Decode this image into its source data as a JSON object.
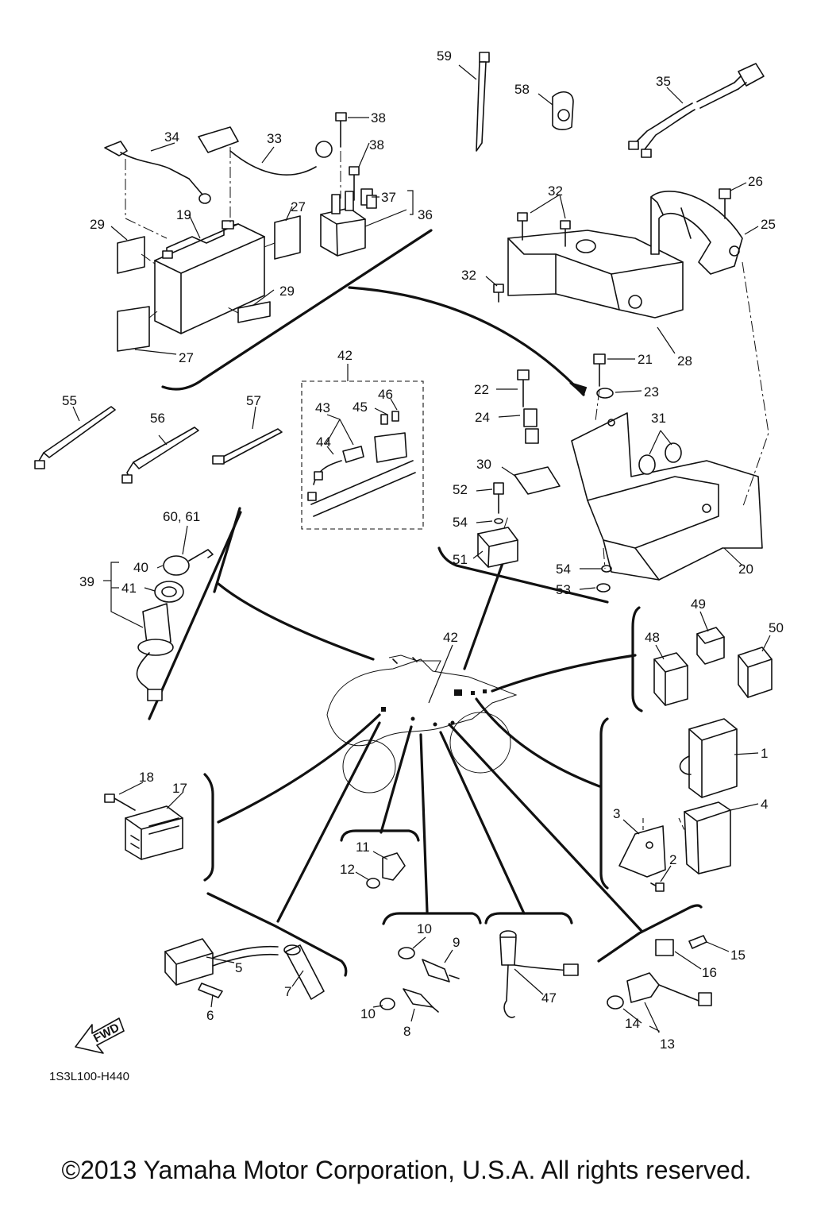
{
  "diagram_code": "1S3L100-H440",
  "fwd_label": "FWD",
  "copyright": "©2013 Yamaha Motor Corporation, U.S.A. All rights reserved.",
  "callouts": {
    "n1": "1",
    "n2": "2",
    "n3": "3",
    "n4": "4",
    "n5": "5",
    "n6": "6",
    "n7": "7",
    "n8": "8",
    "n9": "9",
    "n10a": "10",
    "n10b": "10",
    "n11": "11",
    "n12": "12",
    "n13": "13",
    "n14": "14",
    "n15": "15",
    "n16": "16",
    "n17": "17",
    "n18": "18",
    "n19": "19",
    "n20": "20",
    "n21": "21",
    "n22": "22",
    "n23": "23",
    "n24": "24",
    "n25": "25",
    "n26": "26",
    "n27a": "27",
    "n27b": "27",
    "n28": "28",
    "n29a": "29",
    "n29b": "29",
    "n30": "30",
    "n31": "31",
    "n32a": "32",
    "n32b": "32",
    "n33": "33",
    "n34": "34",
    "n35": "35",
    "n36": "36",
    "n37": "37",
    "n38a": "38",
    "n38b": "38",
    "n39": "39",
    "n40": "40",
    "n41": "41",
    "n42a": "42",
    "n42b": "42",
    "n43": "43",
    "n44": "44",
    "n45": "45",
    "n46": "46",
    "n47": "47",
    "n48": "48",
    "n49": "49",
    "n50": "50",
    "n51": "51",
    "n52": "52",
    "n53": "53",
    "n54a": "54",
    "n54b": "54",
    "n55": "55",
    "n56": "56",
    "n57": "57",
    "n58": "58",
    "n59": "59",
    "n60_61": "60, 61"
  }
}
